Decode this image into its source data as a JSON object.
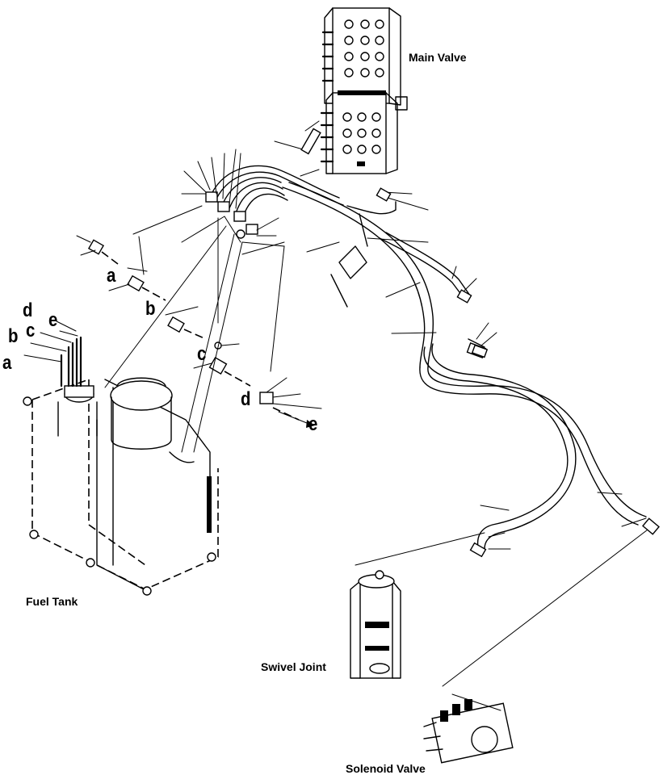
{
  "labels": {
    "main_valve": "Main Valve",
    "fuel_tank": "Fuel Tank",
    "swivel_joint": "Swivel Joint",
    "solenoid_valve": "Solenoid Valve"
  },
  "refs": {
    "tank_side": [
      "a",
      "b",
      "c",
      "d",
      "e"
    ],
    "line_a": "a",
    "line_b": "b",
    "line_c": "c",
    "line_d": "d",
    "line_e": "e"
  }
}
